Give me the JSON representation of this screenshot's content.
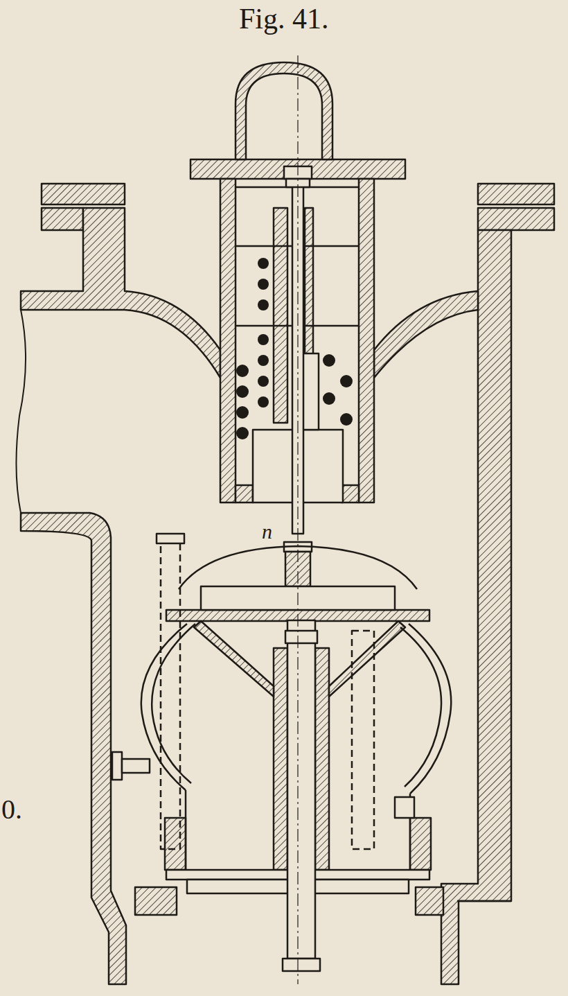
{
  "diagram": {
    "title": "Fig. 41.",
    "labels": [
      "n",
      "0."
    ]
  }
}
